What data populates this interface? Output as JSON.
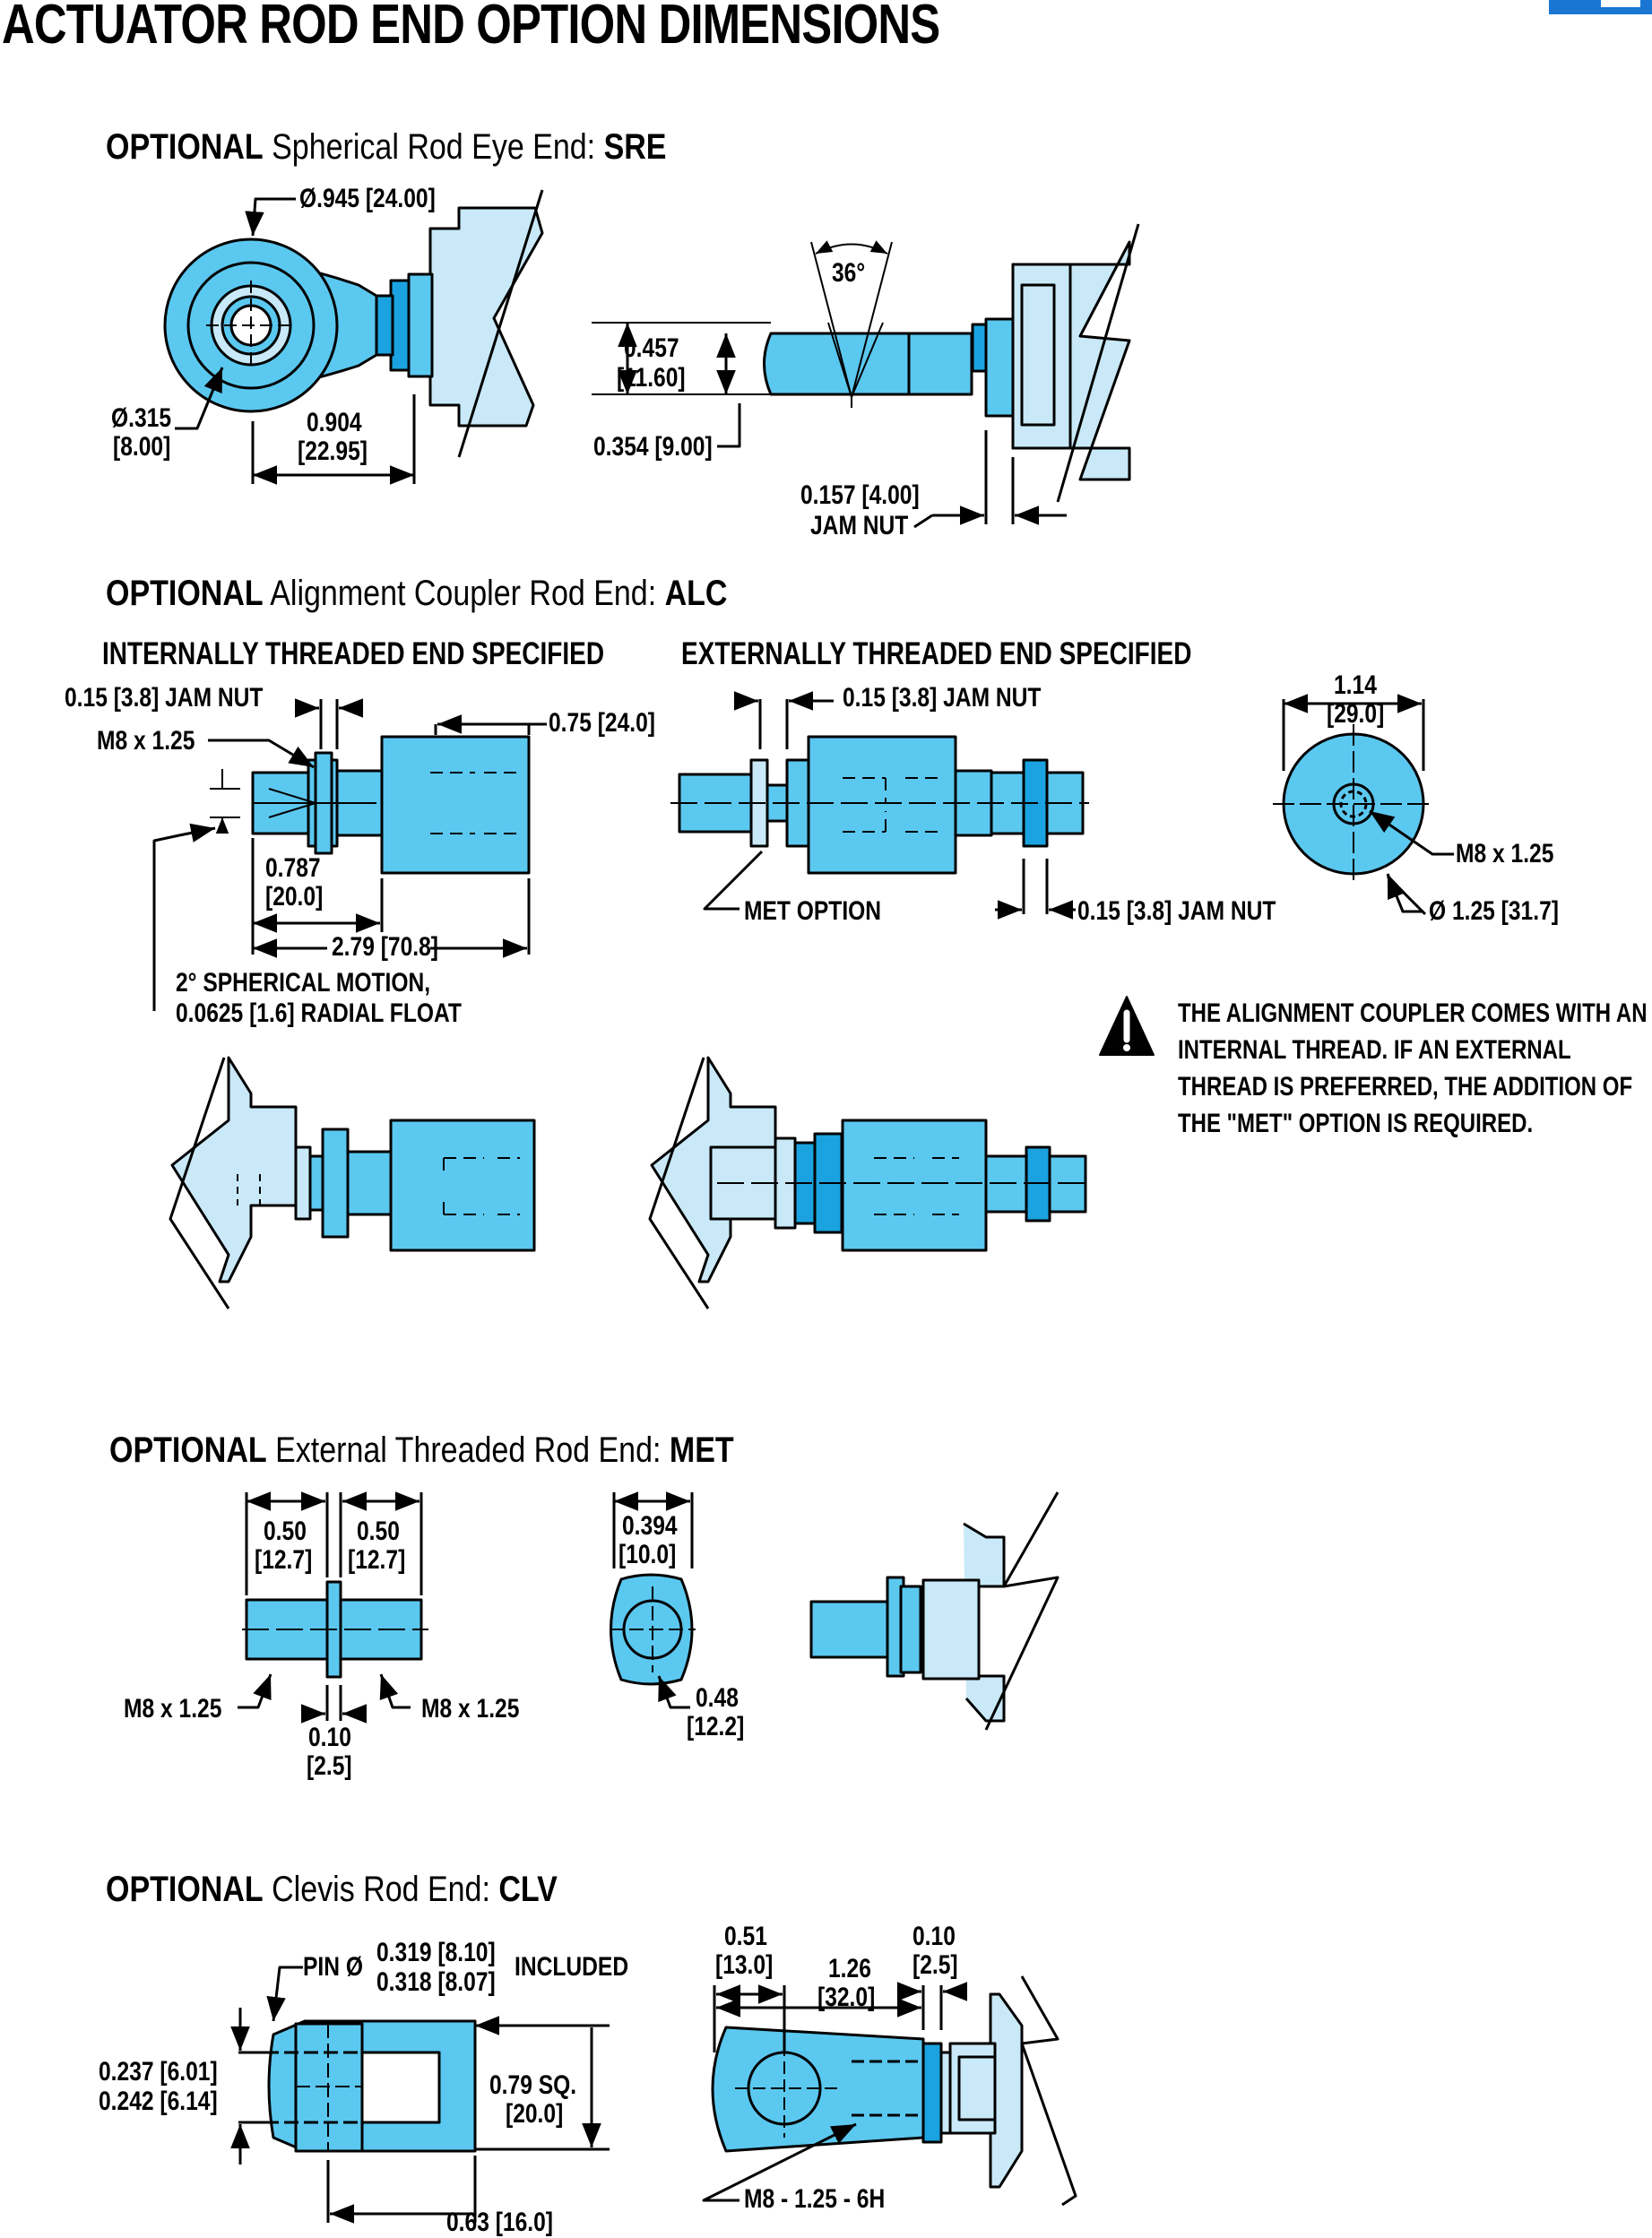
{
  "page_title": "ACTUATOR ROD END OPTION DIMENSIONS",
  "colors": {
    "part_fill": "#5bc8f0",
    "part_dark": "#1aa3e0",
    "body_fill": "#c9e9f8",
    "line": "#000000"
  },
  "sre": {
    "heading_prefix": "OPTIONAL",
    "heading_text": "Spherical Rod Eye End:",
    "heading_code": "SRE",
    "eye_dia": "Ø.945 [24.00]",
    "bore_dia": "Ø.315",
    "bore_dia_mm": "[8.00]",
    "center_len": "0.904",
    "center_len_mm": "[22.95]",
    "angle": "36°",
    "width": "0.457",
    "width_mm": "[11.60]",
    "ball_width": "0.354 [9.00]",
    "jam_nut": "0.157 [4.00]",
    "jam_nut_label": "JAM NUT"
  },
  "alc": {
    "heading_prefix": "OPTIONAL",
    "heading_text": "Alignment Coupler Rod End:",
    "heading_code": "ALC",
    "internal_title": "INTERNALLY THREADED END SPECIFIED",
    "external_title": "EXTERNALLY THREADED END SPECIFIED",
    "int_jam_nut": "0.15 [3.8] JAM NUT",
    "int_thread": "M8 x 1.25",
    "int_depth": "0.75 [24.0]",
    "int_len": "0.787",
    "int_len_mm": "[20.0]",
    "overall": "2.79 [70.8]",
    "motion_1": "2° SPHERICAL MOTION,",
    "motion_2": "0.0625 [1.6] RADIAL FLOAT",
    "ext_jam_nut_top": "0.15 [3.8] JAM NUT",
    "met_option": "MET OPTION",
    "ext_jam_nut_bottom": "0.15 [3.8] JAM NUT",
    "end_width": "1.14",
    "end_width_mm": "[29.0]",
    "end_thread": "M8 x 1.25",
    "end_dia": "Ø 1.25 [31.7]",
    "warning_lines": [
      "THE ALIGNMENT COUPLER COMES WITH AN",
      "INTERNAL THREAD. IF AN EXTERNAL",
      "THREAD IS PREFERRED, THE ADDITION OF",
      "THE \"MET\" OPTION IS REQUIRED."
    ]
  },
  "met": {
    "heading_prefix": "OPTIONAL",
    "heading_text": "External Threaded Rod End:",
    "heading_code": "MET",
    "left_len": "0.50",
    "left_len_mm": "[12.7]",
    "right_len": "0.50",
    "right_len_mm": "[12.7]",
    "left_thread": "M8 x 1.25",
    "right_thread": "M8 x 1.25",
    "nut_thk": "0.10",
    "nut_thk_mm": "[2.5]",
    "flat": "0.394",
    "flat_mm": "[10.0]",
    "nut_dia": "0.48",
    "nut_dia_mm": "[12.2]"
  },
  "clv": {
    "heading_prefix": "OPTIONAL",
    "heading_text": "Clevis Rod End:",
    "heading_code": "CLV",
    "pin_prefix": "PIN Ø",
    "pin_max": "0.319 [8.10]",
    "pin_min": "0.318 [8.07]",
    "pin_included": "INCLUDED",
    "slot_min": "0.237 [6.01]",
    "slot_max": "0.242 [6.14]",
    "square": "0.79 SQ.",
    "square_mm": "[20.0]",
    "pin_to_end": "0.63 [16.0]",
    "pin_offset": "0.51",
    "pin_offset_mm": "[13.0]",
    "length": "1.26",
    "length_mm": "[32.0]",
    "nut": "0.10",
    "nut_mm": "[2.5]",
    "thread": "M8 - 1.25 - 6H"
  }
}
